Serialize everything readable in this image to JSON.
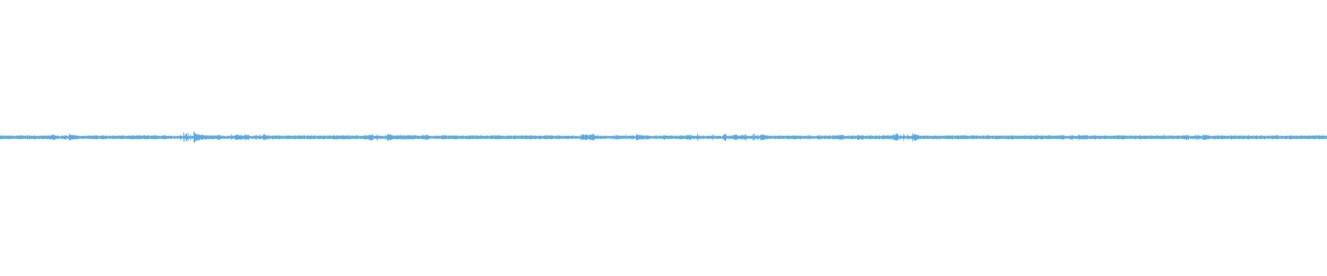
{
  "chart_data": {
    "type": "area",
    "description_kind": "audio-waveform",
    "color": "#5aa9e0",
    "background": "#ffffff",
    "ylim": [
      -1,
      1
    ],
    "grid": false,
    "legend": "none",
    "amplitude_envelope": [
      0.015,
      0.015,
      0.016,
      0.015,
      0.03,
      0.016,
      0.015,
      0.016,
      0.015,
      0.015,
      0.016,
      0.015,
      0.022,
      0.06,
      0.02,
      0.016,
      0.03,
      0.018,
      0.035,
      0.016,
      0.015,
      0.015,
      0.015,
      0.016,
      0.018,
      0.015,
      0.016,
      0.04,
      0.016,
      0.018,
      0.016,
      0.025,
      0.015,
      0.015,
      0.015,
      0.016,
      0.015,
      0.015,
      0.015,
      0.016,
      0.022,
      0.025,
      0.02,
      0.03,
      0.028,
      0.035,
      0.016,
      0.022,
      0.015,
      0.015,
      0.035,
      0.028,
      0.035,
      0.015,
      0.035,
      0.016,
      0.015,
      0.016,
      0.015,
      0.015,
      0.016,
      0.03,
      0.016,
      0.015,
      0.018,
      0.05,
      0.016,
      0.015,
      0.015,
      0.016,
      0.015,
      0.015,
      0.015,
      0.016,
      0.015,
      0.016,
      0.015,
      0.028,
      0.016,
      0.015,
      0.015,
      0.016,
      0.015,
      0.015,
      0.016,
      0.015,
      0.03,
      0.016,
      0.015,
      0.015,
      0.015,
      0.015,
      0.016,
      0.015,
      0.015,
      0.015
    ]
  }
}
